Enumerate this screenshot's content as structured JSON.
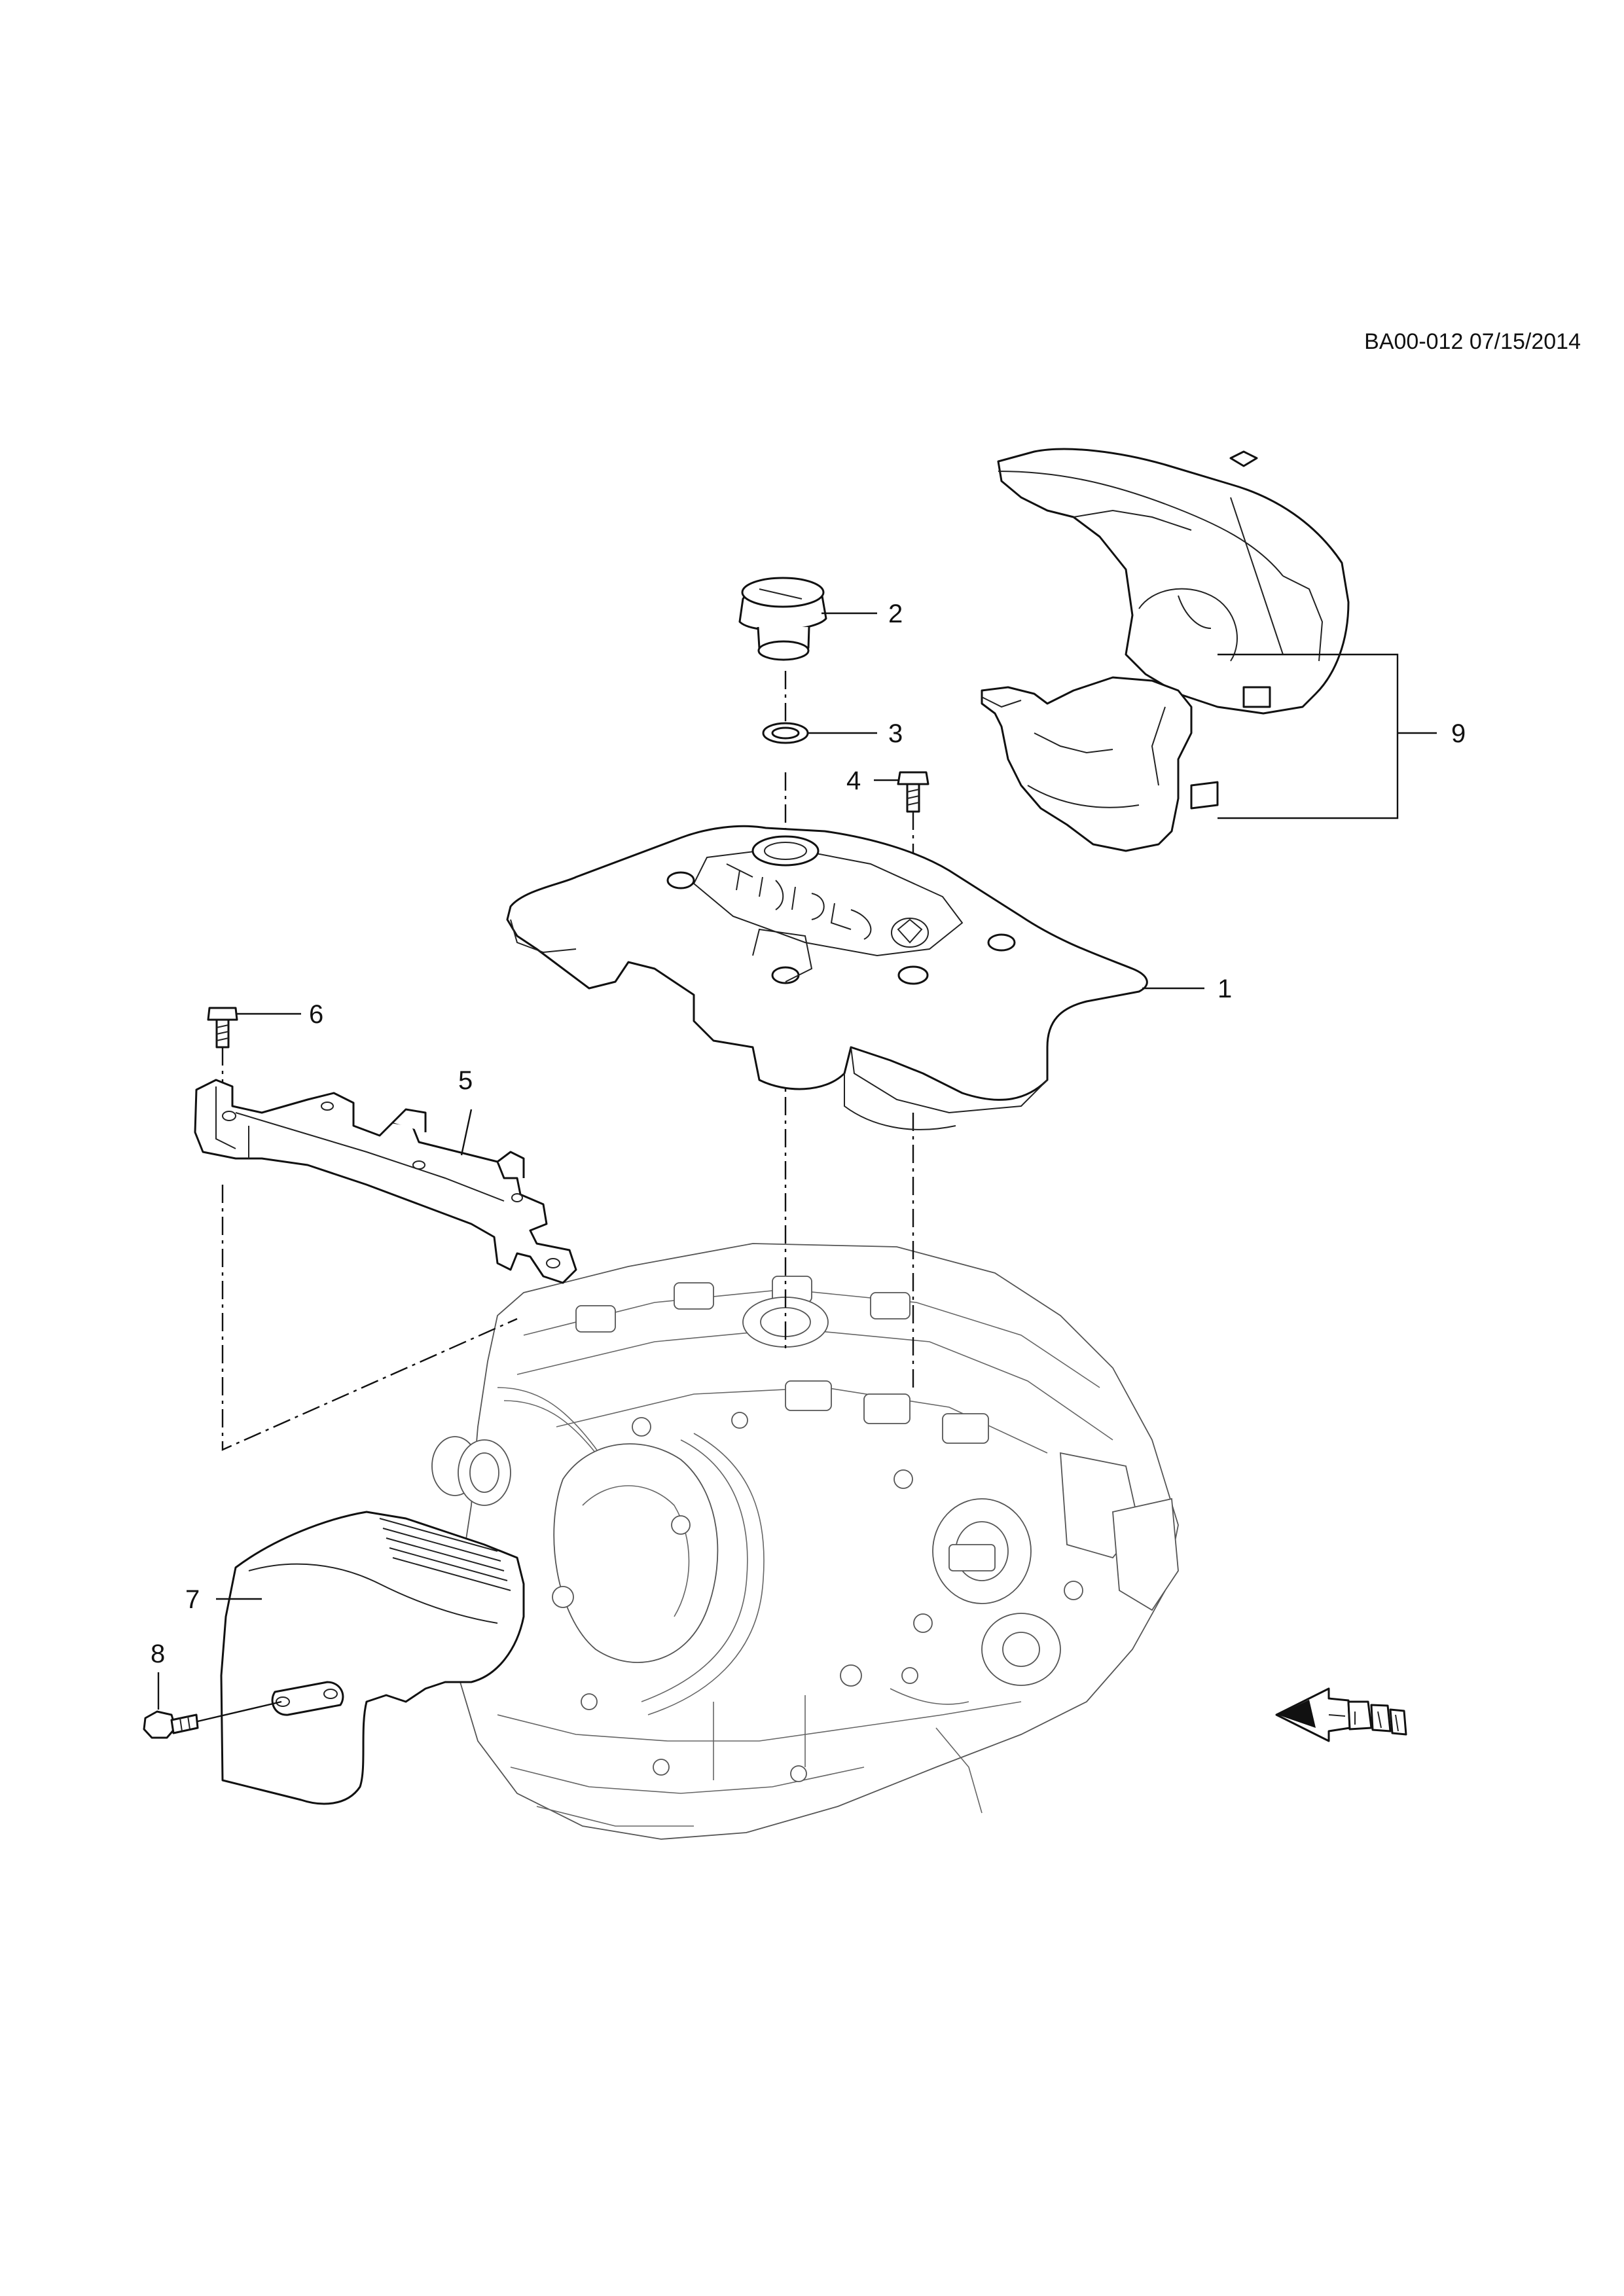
{
  "diagram_code": "BA00-012 07/15/2014",
  "callouts": [
    {
      "id": "c1",
      "label": "1",
      "part": "engine-top-cover"
    },
    {
      "id": "c2",
      "label": "2",
      "part": "oil-filler-cap"
    },
    {
      "id": "c3",
      "label": "3",
      "part": "seal-ring"
    },
    {
      "id": "c4",
      "label": "4",
      "part": "cover-bolt"
    },
    {
      "id": "c5",
      "label": "5",
      "part": "cover-bracket"
    },
    {
      "id": "c6",
      "label": "6",
      "part": "bracket-bolt"
    },
    {
      "id": "c7",
      "label": "7",
      "part": "heat-shield"
    },
    {
      "id": "c8",
      "label": "8",
      "part": "shield-bolt"
    },
    {
      "id": "c9",
      "label": "9",
      "part": "timing-belt-cover"
    }
  ],
  "icons": {
    "orientation_arrow": "direction-arrow-icon"
  }
}
